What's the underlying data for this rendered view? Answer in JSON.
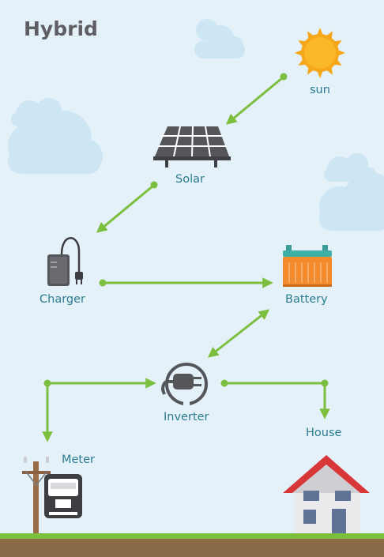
{
  "title": "Hybrid",
  "nodes": {
    "sun": "sun",
    "solar": "Solar",
    "charger": "Charger",
    "battery": "Battery",
    "inverter": "Inverter",
    "meter": "Meter",
    "house": "House"
  },
  "colors": {
    "background": "#e4f1f9",
    "arrow": "#7cbf3e",
    "label": "#2b7c8f",
    "title": "#5f5f63",
    "sun": "#f6a71a",
    "roof": "#d8373a",
    "battery": "#f38b2c"
  },
  "icons": [
    "sun-icon",
    "solar-panel-icon",
    "charger-icon",
    "battery-icon",
    "plug-icon",
    "utility-meter-icon",
    "house-icon",
    "cloud-icon"
  ]
}
